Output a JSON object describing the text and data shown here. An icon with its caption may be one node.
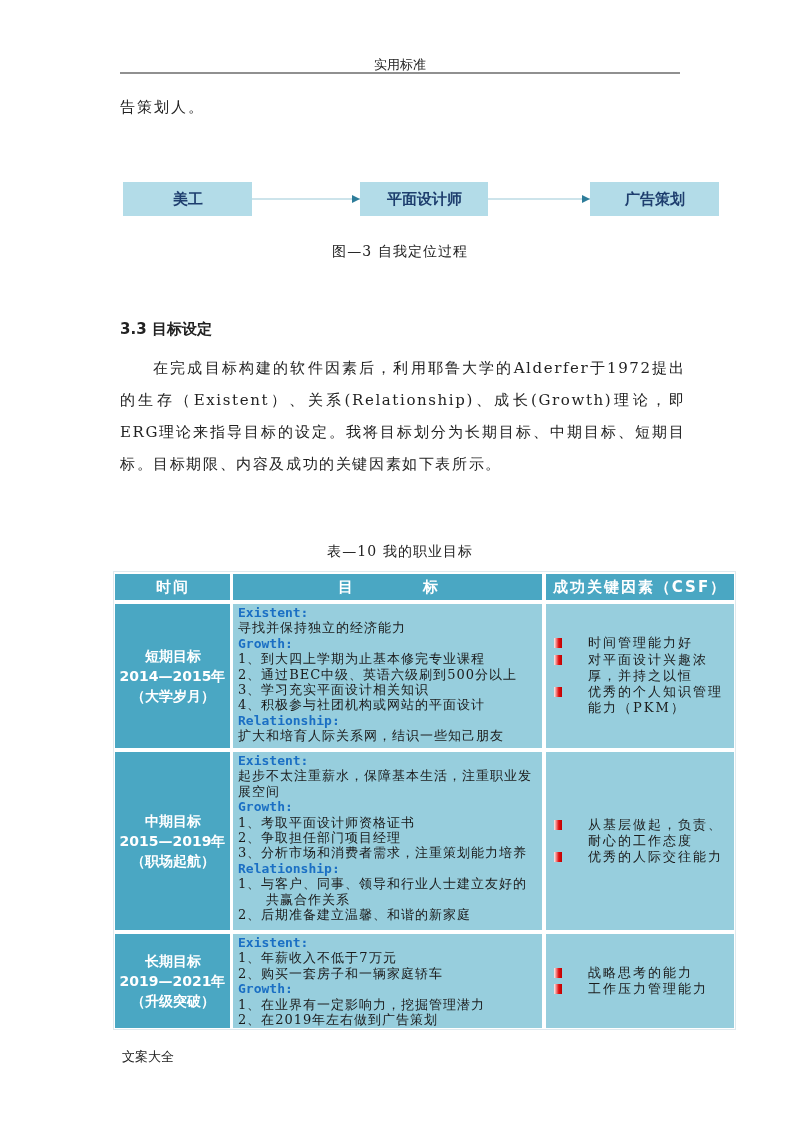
{
  "diagram": {
    "caption": "图—3 自我定位过程",
    "nodes": [
      {
        "text": [
          "美工"
        ]
      },
      {
        "text": [
          "平面设计师"
        ]
      },
      {
        "text": [
          "广告策划"
        ]
      }
    ],
    "edges": [
      {
        "from": 0,
        "to": 1,
        "arrow": "to"
      },
      {
        "from": 1,
        "to": 2,
        "arrow": "to"
      }
    ],
    "labels": [
      "实用标准",
      "告策划人。",
      "3.3 目标设定",
      "在完成目标构建的软件因素后，利用耶鲁大学的Alderfer于1972提出的生存（Existent）、关系(Relationship)、成长(Growth)理论，即ERG理论来指导目标的设定。我将目标划分为长期目标、中期目标、短期目标。目标期限、内容及成功的关键因素如下表所示。",
      "表—10 我的职业目标",
      "时间",
      "目标",
      "成功关键因素（CSF）",
      "短期目标",
      "2014—2015年",
      "（大学岁月）",
      "Existent:",
      "寻找并保持独立的经济能力",
      "Growth:",
      "1、到大四上学期为止基本修完专业课程",
      "2、通过BEC中级、英语六级刷到500分以上",
      "3、学习充实平面设计相关知识",
      "4、积极参与社团机构或网站的平面设计",
      "Relationship:",
      "扩大和培育人际关系网，结识一些知己朋友",
      "时间管理能力好",
      "对平面设计兴趣浓厚，并持之以恒",
      "优秀的个人知识管理能力（PKM）",
      "中期目标",
      "2015—2019年",
      "（职场起航）",
      "Existent:",
      "起步不太注重薪水，保障基本生活，注重职业发展空间",
      "Growth:",
      "1、考取平面设计师资格证书",
      "2、争取担任部门项目经理",
      "3、分析市场和消费者需求，注重策划能力培养",
      "Relationship:",
      "1、与客户、同事、领导和行业人士建立友好的共赢合作关系",
      "2、后期准备建立温馨、和谐的新家庭",
      "从基层做起，负责、耐心的工作态度",
      "优秀的人际交往能力",
      "长期目标",
      "2019—2021年",
      "（升级突破）",
      "Existent:",
      "1、年薪收入不低于7万元",
      "2、购买一套房子和一辆家庭轿车",
      "Growth:",
      "1、在业界有一定影响力，挖掘管理潜力",
      "2、在2019年左右做到广告策划",
      "战略思考的能力",
      "工作压力管理能力",
      "文案大全"
    ]
  }
}
